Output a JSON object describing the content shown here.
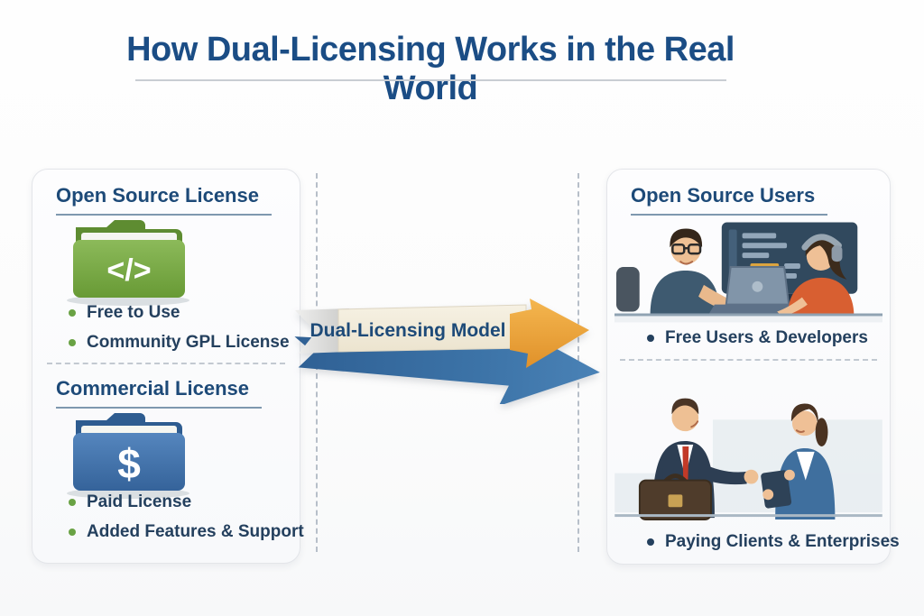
{
  "title": "How Dual-Licensing Works in the Real World",
  "left_panel": {
    "open_source": {
      "heading": "Open Source License",
      "icon_glyph": "</>",
      "bullets": [
        "Free to Use",
        "Community GPL License"
      ]
    },
    "commercial": {
      "heading": "Commercial License",
      "icon_glyph": "$",
      "bullets": [
        "Paid License",
        "Added Features & Support"
      ]
    }
  },
  "center": {
    "arrow_label": "Dual-Licensing Model"
  },
  "right_panel": {
    "open_source_users": {
      "heading": "Open Source Users",
      "bullets": [
        "Free Users & Developers"
      ]
    },
    "paying_clients": {
      "bullets": [
        "Paying Clients & Enterprises"
      ]
    }
  },
  "colors": {
    "title_navy": "#1b4d85",
    "heading_navy": "#1d4a78",
    "text_navy": "#24405e",
    "bullet_green": "#69a244",
    "folder_green": "#76a843",
    "folder_blue": "#3a70ab",
    "banner_cream": "#f3eddd",
    "arrow_orange": "#eda43b",
    "arrow_blue": "#3c73a7"
  }
}
